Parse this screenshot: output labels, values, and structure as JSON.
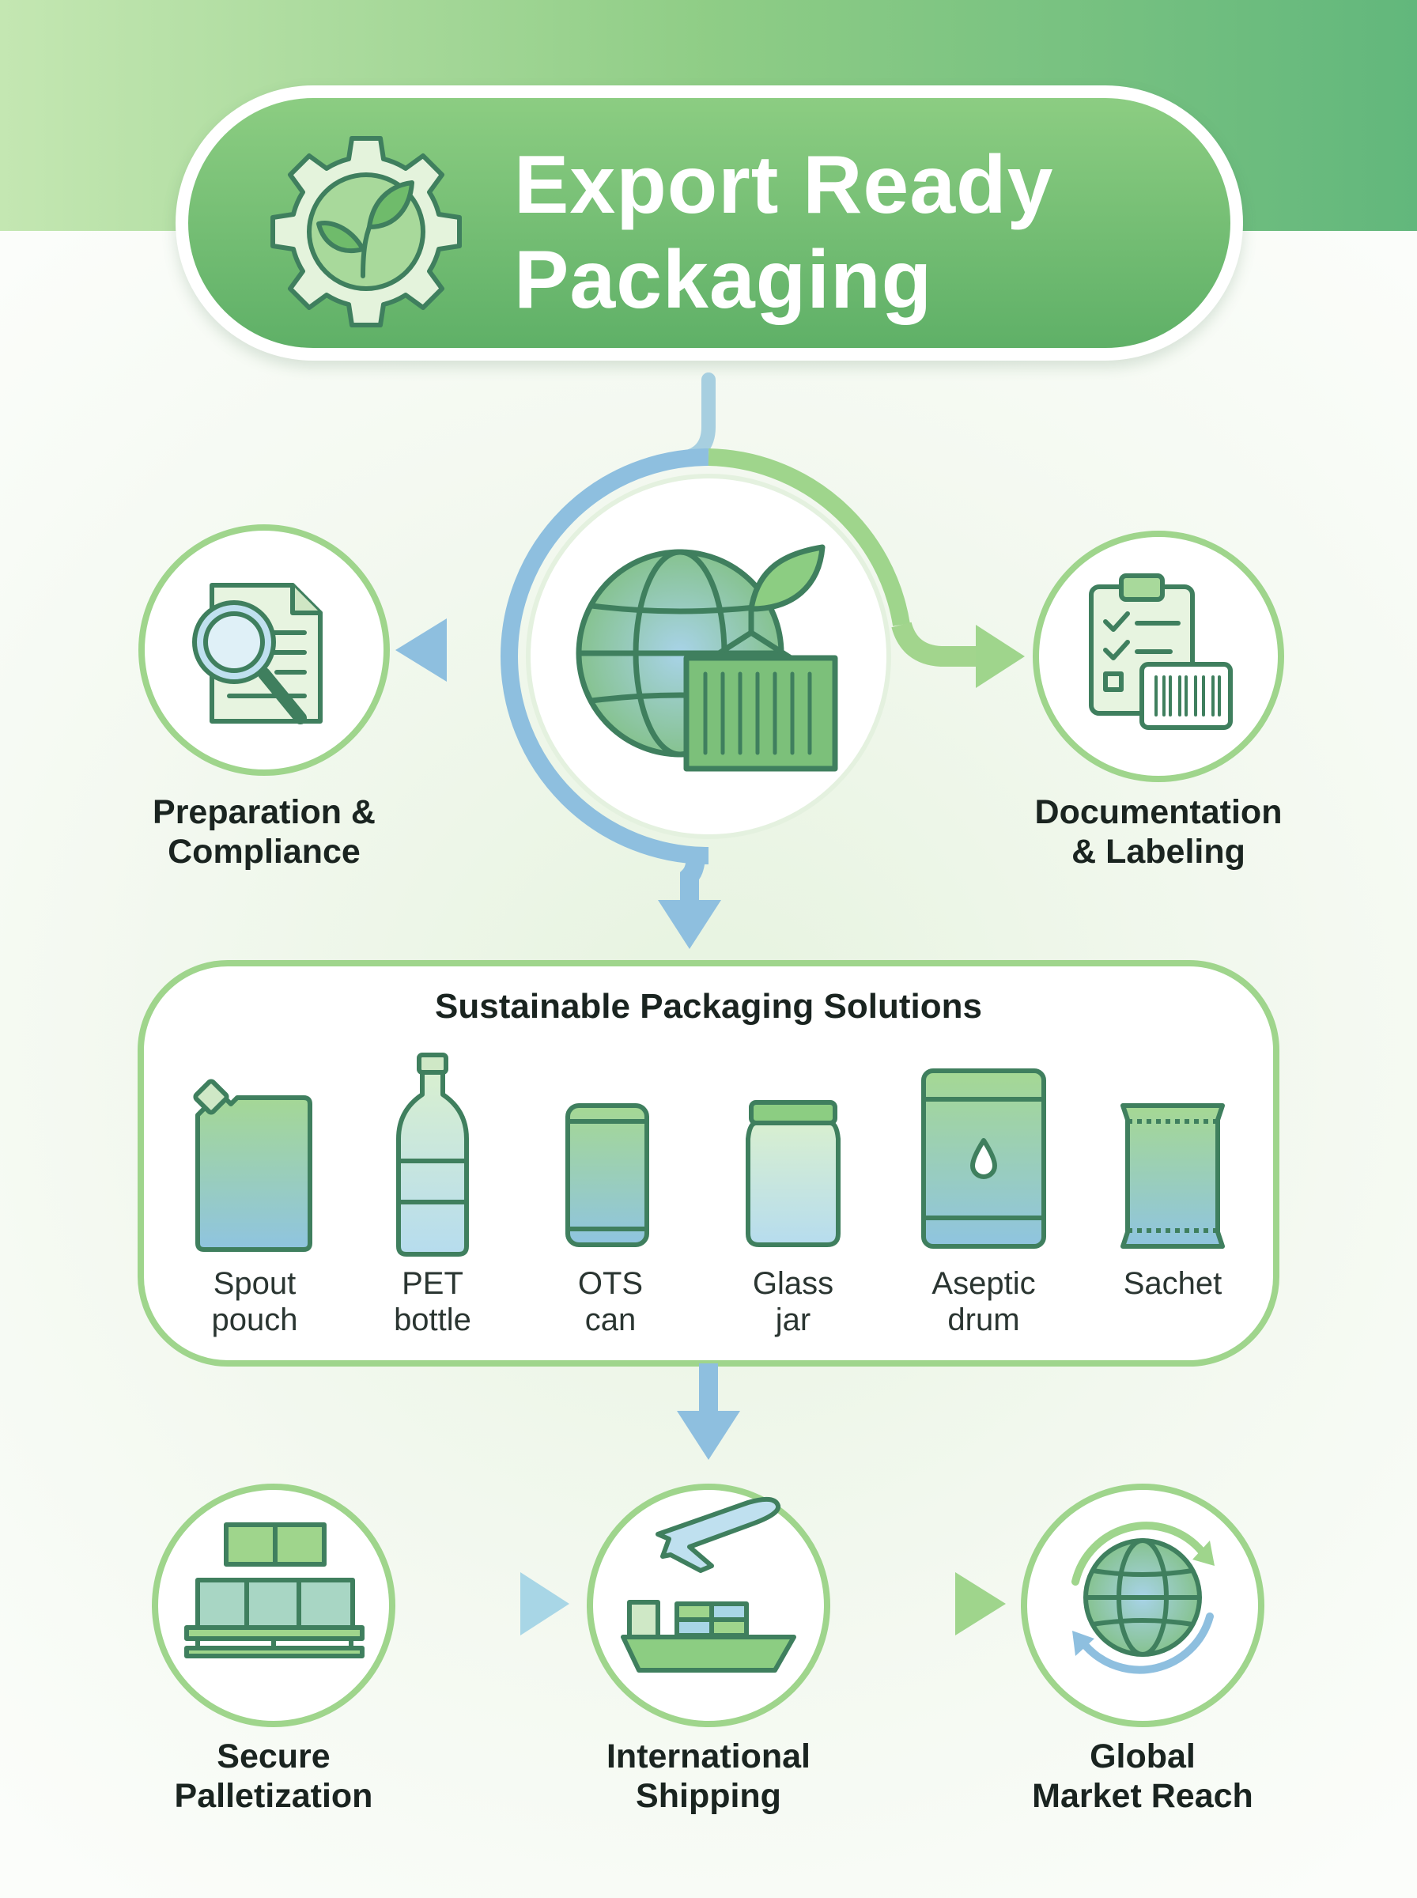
{
  "title": {
    "line1": "Export Ready",
    "line2": "Packaging"
  },
  "steps": {
    "preparation": {
      "line1": "Preparation &",
      "line2": "Compliance"
    },
    "documentation": {
      "line1": "Documentation",
      "line2": "& Labeling"
    },
    "palletization": {
      "line1": "Secure",
      "line2": "Palletization"
    },
    "shipping": {
      "line1": "International",
      "line2": "Shipping"
    },
    "global": {
      "line1": "Global",
      "line2": "Market Reach"
    }
  },
  "solutions": {
    "title": "Sustainable Packaging Solutions",
    "items": [
      {
        "line1": "Spout",
        "line2": "pouch",
        "icon": "spout-pouch-icon"
      },
      {
        "line1": "PET",
        "line2": "bottle",
        "icon": "pet-bottle-icon"
      },
      {
        "line1": "OTS",
        "line2": "can",
        "icon": "ots-can-icon"
      },
      {
        "line1": "Glass",
        "line2": "jar",
        "icon": "glass-jar-icon"
      },
      {
        "line1": "Aseptic",
        "line2": "drum",
        "icon": "aseptic-drum-icon"
      },
      {
        "line1": "Sachet",
        "line2": "",
        "icon": "sachet-icon"
      }
    ]
  },
  "colors": {
    "green_dark": "#3f7f5e",
    "green": "#6dbb6f",
    "green_light": "#9fd58c",
    "blue": "#8ebfdf",
    "ink": "#2f5a4a"
  }
}
